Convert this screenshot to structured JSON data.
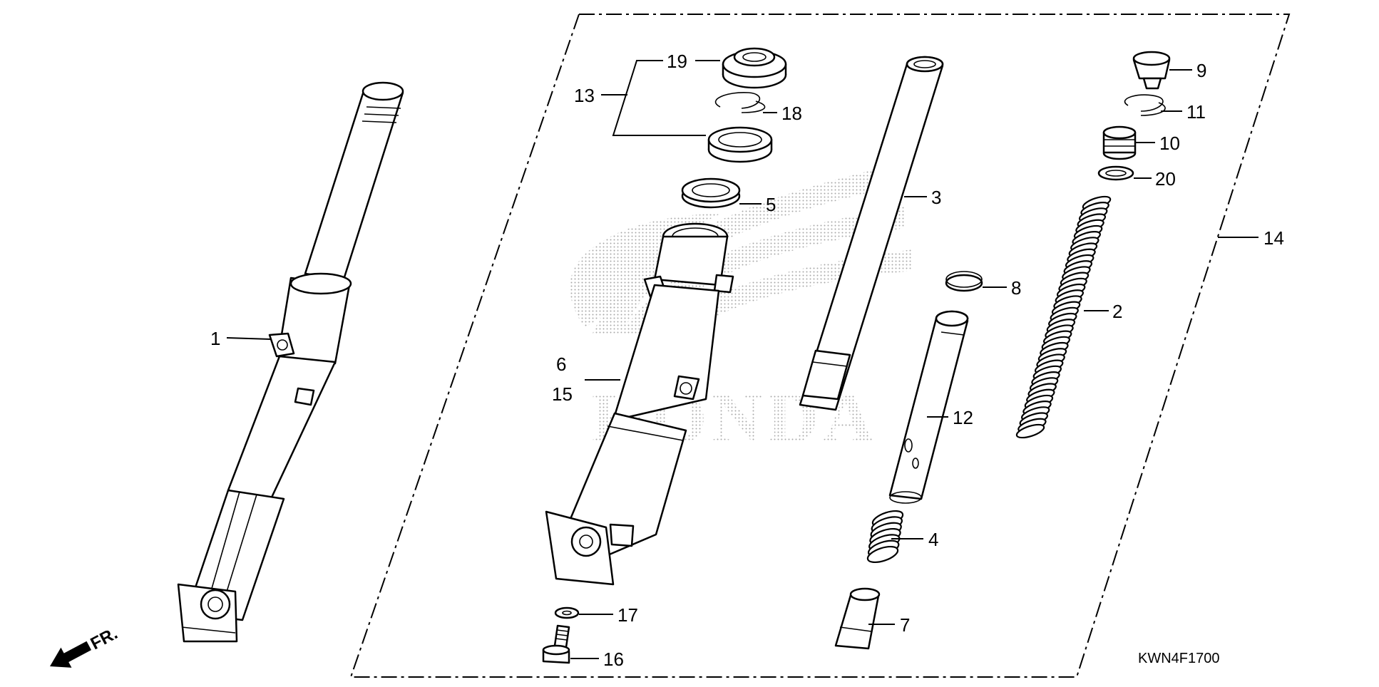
{
  "callouts": [
    {
      "id": "1",
      "label": "1"
    },
    {
      "id": "2",
      "label": "2"
    },
    {
      "id": "3",
      "label": "3"
    },
    {
      "id": "4",
      "label": "4"
    },
    {
      "id": "5",
      "label": "5"
    },
    {
      "id": "6",
      "label": "6"
    },
    {
      "id": "7",
      "label": "7"
    },
    {
      "id": "8",
      "label": "8"
    },
    {
      "id": "9",
      "label": "9"
    },
    {
      "id": "10",
      "label": "10"
    },
    {
      "id": "11",
      "label": "11"
    },
    {
      "id": "12",
      "label": "12"
    },
    {
      "id": "13",
      "label": "13"
    },
    {
      "id": "14",
      "label": "14"
    },
    {
      "id": "15",
      "label": "15"
    },
    {
      "id": "16",
      "label": "16"
    },
    {
      "id": "17",
      "label": "17"
    },
    {
      "id": "18",
      "label": "18"
    },
    {
      "id": "19",
      "label": "19"
    },
    {
      "id": "20",
      "label": "20"
    }
  ],
  "direction_arrow": {
    "label": "FR.",
    "icon": "front-direction-arrow-icon"
  },
  "diagram_code": "KWN4F1700",
  "watermark": {
    "text": "HONDA",
    "icon": "honda-wing-logo-icon"
  }
}
